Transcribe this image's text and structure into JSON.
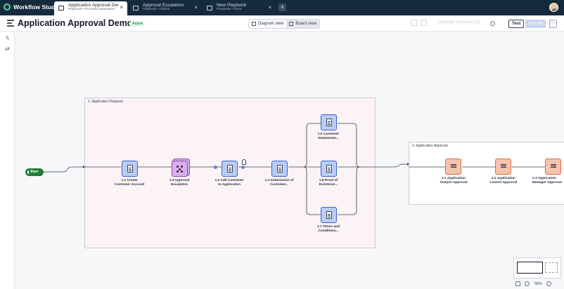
{
  "app": {
    "name": "Workflow Studio",
    "colors": {
      "topbar": "#162a3e",
      "accent": "#3c62c8",
      "start": "#1e7c34"
    }
  },
  "tabs": [
    {
      "title": "Application Approval Demo",
      "subtitle": "Playbook • Process Automation",
      "active": true,
      "close": "×"
    },
    {
      "title": "Approval Escalation",
      "subtitle": "Playbook • Global",
      "active": false,
      "close": "×"
    },
    {
      "title": "New Playbook",
      "subtitle": "Playbook • None",
      "active": false,
      "close": "×"
    }
  ],
  "tab_add": "+",
  "header": {
    "title": "Application Approval Demo",
    "status": "Active",
    "views": [
      "Diagram view",
      "Board view"
    ],
    "selected_view": "Board view",
    "faded_label": "Optional: Autosave (0)",
    "test": "Test",
    "activate": "Activate",
    "more": "⋯"
  },
  "rail": {
    "icons": [
      "bolt-icon",
      "flow-icon"
    ]
  },
  "canvas": {
    "start_label": "Start",
    "groups": [
      "1. Application Request",
      "2. Application Approval"
    ],
    "nodes": [
      {
        "id": "1.1",
        "label": "1.1 Create\nCustomer Account",
        "kind": "document"
      },
      {
        "id": "1.2",
        "label": "1.2 Approval\nEscalation",
        "kind": "subflow"
      },
      {
        "id": "1.3",
        "label": "1.3 Add Customer\nto Application",
        "kind": "document"
      },
      {
        "id": "1.4",
        "label": "1.4 Submission of\nCustomer...",
        "kind": "document"
      },
      {
        "id": "1.5",
        "label": "1.5 Customer\nStatements...",
        "kind": "document"
      },
      {
        "id": "1.6",
        "label": "1.6 Proof of\nExistence...",
        "kind": "document"
      },
      {
        "id": "1.7",
        "label": "1.7 Terms and\nConditions...",
        "kind": "document"
      },
      {
        "id": "2.1",
        "label": "2.1 Application\nAnalyst Approval",
        "kind": "approval"
      },
      {
        "id": "2.2",
        "label": "2.2 Application\nLiaison Approval",
        "kind": "approval"
      },
      {
        "id": "2.3",
        "label": "2.3 Application\nManager Approval",
        "kind": "approval"
      }
    ]
  },
  "zoom": {
    "level": "78%"
  }
}
